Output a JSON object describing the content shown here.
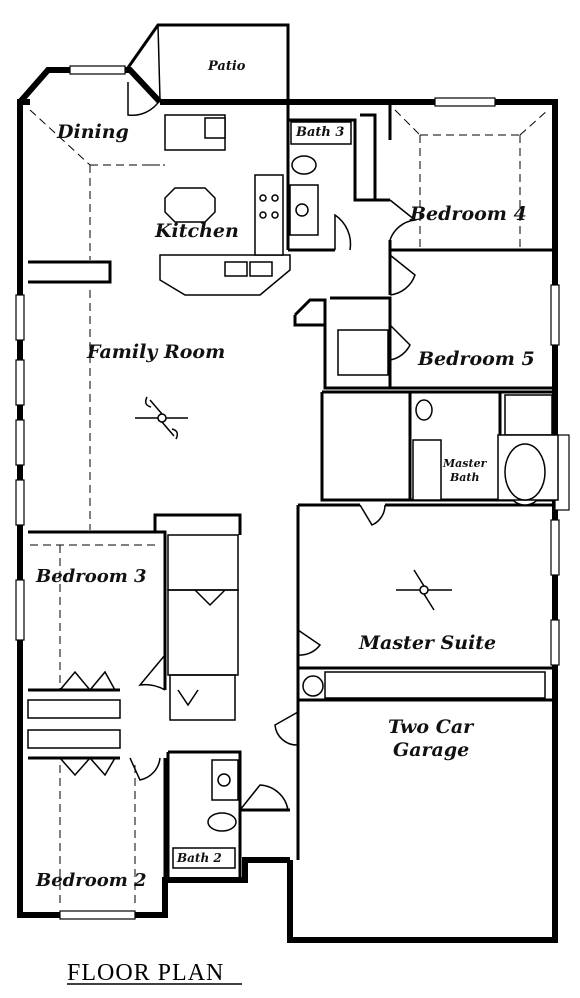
{
  "rooms": {
    "patio": "Patio",
    "dining": "Dining",
    "bath3": "Bath 3",
    "bedroom4": "Bedroom 4",
    "kitchen": "Kitchen",
    "family_room": "Family Room",
    "bedroom5": "Bedroom 5",
    "master_bath_line1": "Master",
    "master_bath_line2": "Bath",
    "bedroom3": "Bedroom 3",
    "master_suite": "Master Suite",
    "garage_line1": "Two Car",
    "garage_line2": "Garage",
    "bath2": "Bath 2",
    "bedroom2": "Bedroom 2"
  },
  "caption": "FLOOR PLAN"
}
